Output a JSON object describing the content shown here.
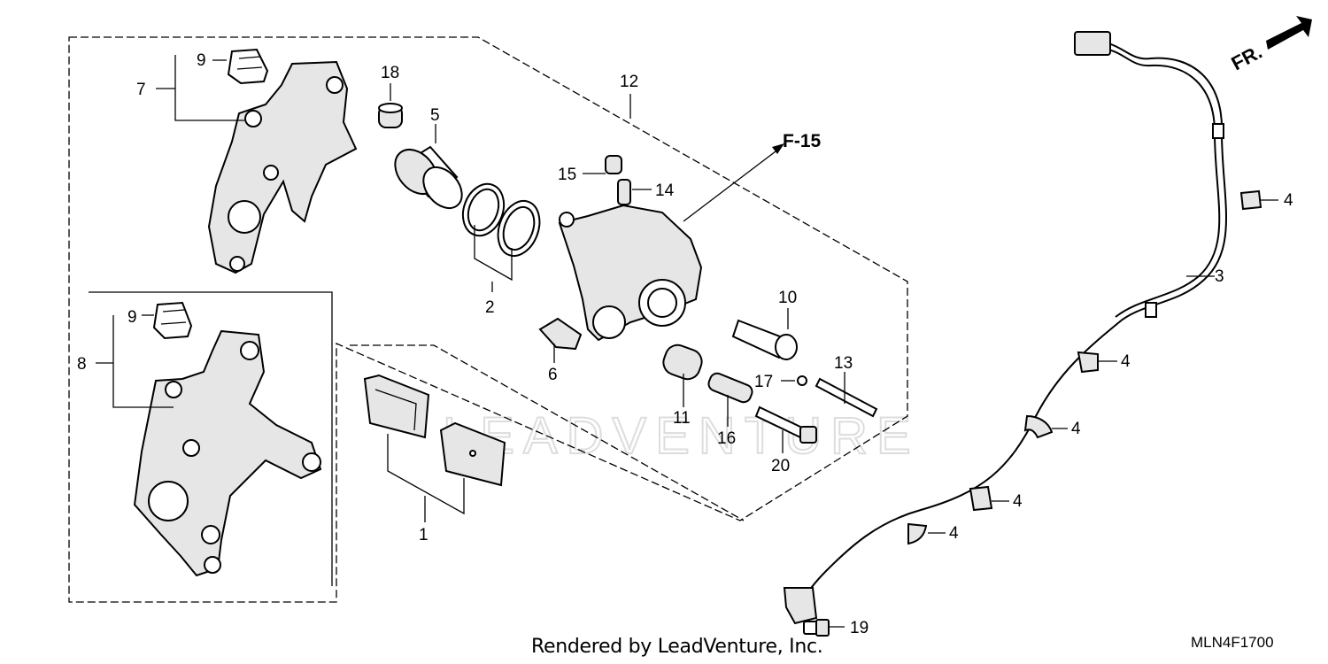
{
  "diagram": {
    "reference_label": "F-15",
    "direction_label": "FR.",
    "watermark": "LEADVENTURE",
    "footer_text": "Rendered by LeadVenture, Inc.",
    "diagram_code": "MLN4F1700",
    "callouts": {
      "c1": "1",
      "c2": "2",
      "c3": "3",
      "c4a": "4",
      "c4b": "4",
      "c4c": "4",
      "c4d": "4",
      "c4e": "4",
      "c5": "5",
      "c6": "6",
      "c7": "7",
      "c8": "8",
      "c9a": "9",
      "c9b": "9",
      "c10": "10",
      "c11": "11",
      "c12": "12",
      "c13": "13",
      "c14": "14",
      "c15": "15",
      "c16": "16",
      "c17": "17",
      "c18": "18",
      "c19": "19",
      "c20": "20"
    }
  }
}
